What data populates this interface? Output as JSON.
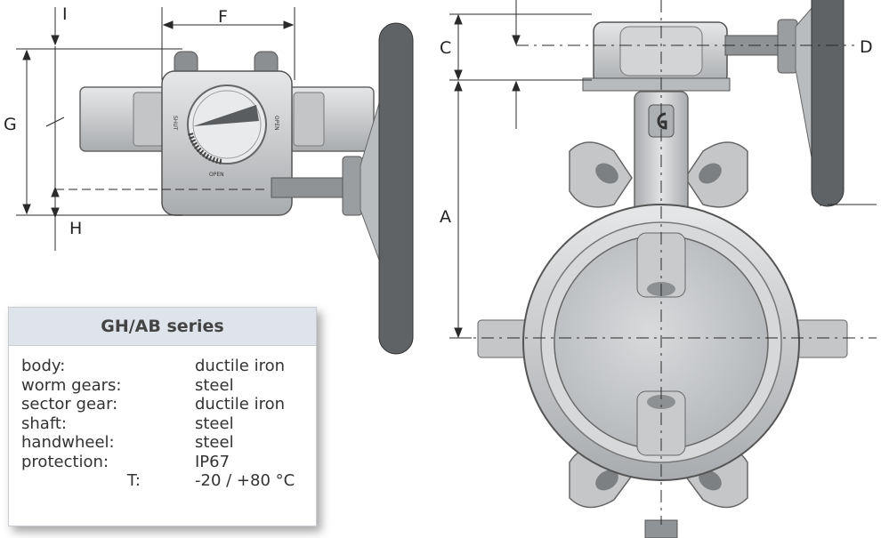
{
  "dimensions": {
    "I": "I",
    "F": "F",
    "G": "G",
    "H": "H",
    "C": "C",
    "D": "D",
    "A": "A"
  },
  "gearbox_labels": {
    "shut": "SHUT",
    "open": "OPEN",
    "side_left": "SHUT",
    "side_right": "OPEN"
  },
  "specs": {
    "title": "GH/AB series",
    "rows": [
      {
        "key": "body:",
        "value": "ductile iron"
      },
      {
        "key": "worm gears:",
        "value": "steel"
      },
      {
        "key": "sector gear:",
        "value": "ductile iron"
      },
      {
        "key": "shaft:",
        "value": "steel"
      },
      {
        "key": "handwheel:",
        "value": "steel"
      },
      {
        "key": "protection:",
        "value": "IP67"
      },
      {
        "key": "T:",
        "value": "-20 / +80 °C"
      }
    ]
  },
  "colors": {
    "metal": "#cfd1d3",
    "metal_dark": "#8f9396",
    "handwheel": "#5f6366",
    "line": "#2a2a2a",
    "card_header": "#dfe4ea"
  }
}
